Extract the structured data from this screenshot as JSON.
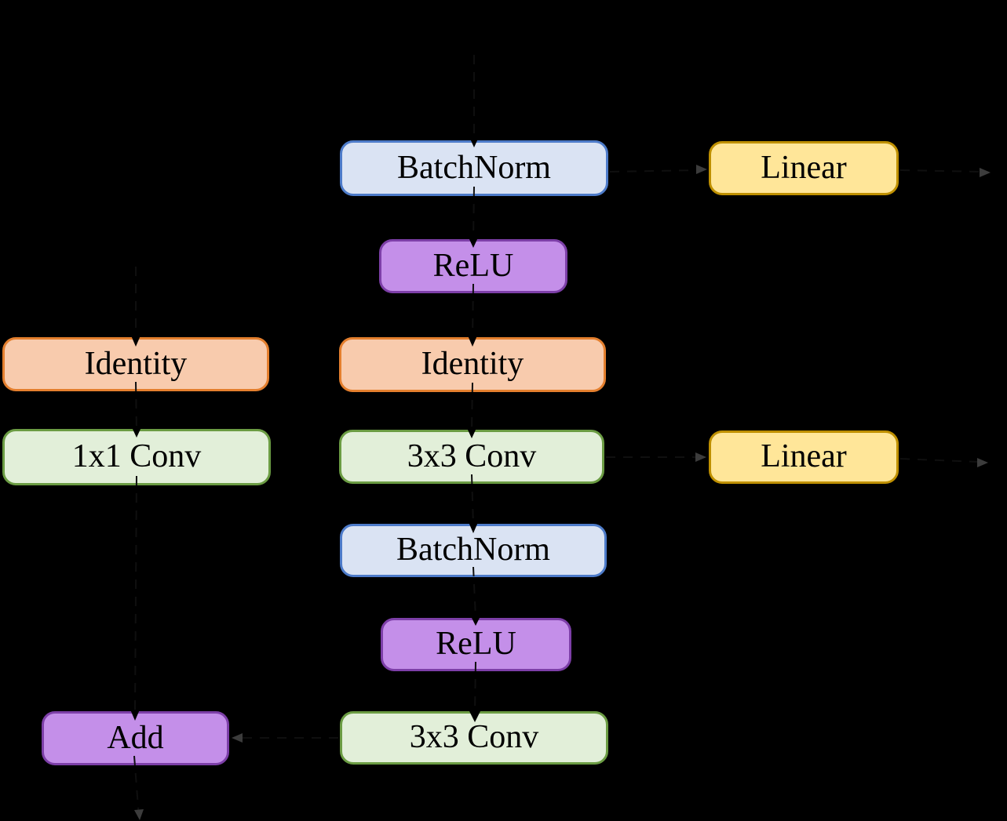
{
  "diagram": {
    "title": "neural cell operations diagram",
    "background": "#000000",
    "text_color": "#000000",
    "nodes": [
      {
        "id": "batchnorm-1",
        "label": "BatchNorm",
        "type": "batchnorm"
      },
      {
        "id": "linear-top",
        "label": "Linear",
        "type": "linear"
      },
      {
        "id": "relu-1",
        "label": "ReLU",
        "type": "relu"
      },
      {
        "id": "identity-left",
        "label": "Identity",
        "type": "identity"
      },
      {
        "id": "identity-center",
        "label": "Identity",
        "type": "identity"
      },
      {
        "id": "conv1x1-left",
        "label": "1x1 Conv",
        "type": "conv"
      },
      {
        "id": "conv3x3-center",
        "label": "3x3 Conv",
        "type": "conv"
      },
      {
        "id": "linear-bottom",
        "label": "Linear",
        "type": "linear"
      },
      {
        "id": "batchnorm-2",
        "label": "BatchNorm",
        "type": "batchnorm"
      },
      {
        "id": "relu-2",
        "label": "ReLU",
        "type": "relu"
      },
      {
        "id": "add",
        "label": "Add",
        "type": "add"
      },
      {
        "id": "conv3x3-bottom",
        "label": "3x3 Conv",
        "type": "conv"
      }
    ],
    "colors": {
      "batchnorm": {
        "fill": "#dae3f3",
        "stroke": "#4d7bc9"
      },
      "relu": {
        "fill": "#c48fe9",
        "stroke": "#7d3fa8"
      },
      "identity": {
        "fill": "#f8cbad",
        "stroke": "#e47f2e"
      },
      "conv": {
        "fill": "#e2efd9",
        "stroke": "#6b9c43"
      },
      "linear": {
        "fill": "#ffe699",
        "stroke": "#bf9000"
      },
      "add": {
        "fill": "#c48fe9",
        "stroke": "#7d3fa8"
      },
      "edge": "#0f0f0f",
      "arrow": "#000000",
      "arrow_faint": "#3c3c3c"
    }
  }
}
